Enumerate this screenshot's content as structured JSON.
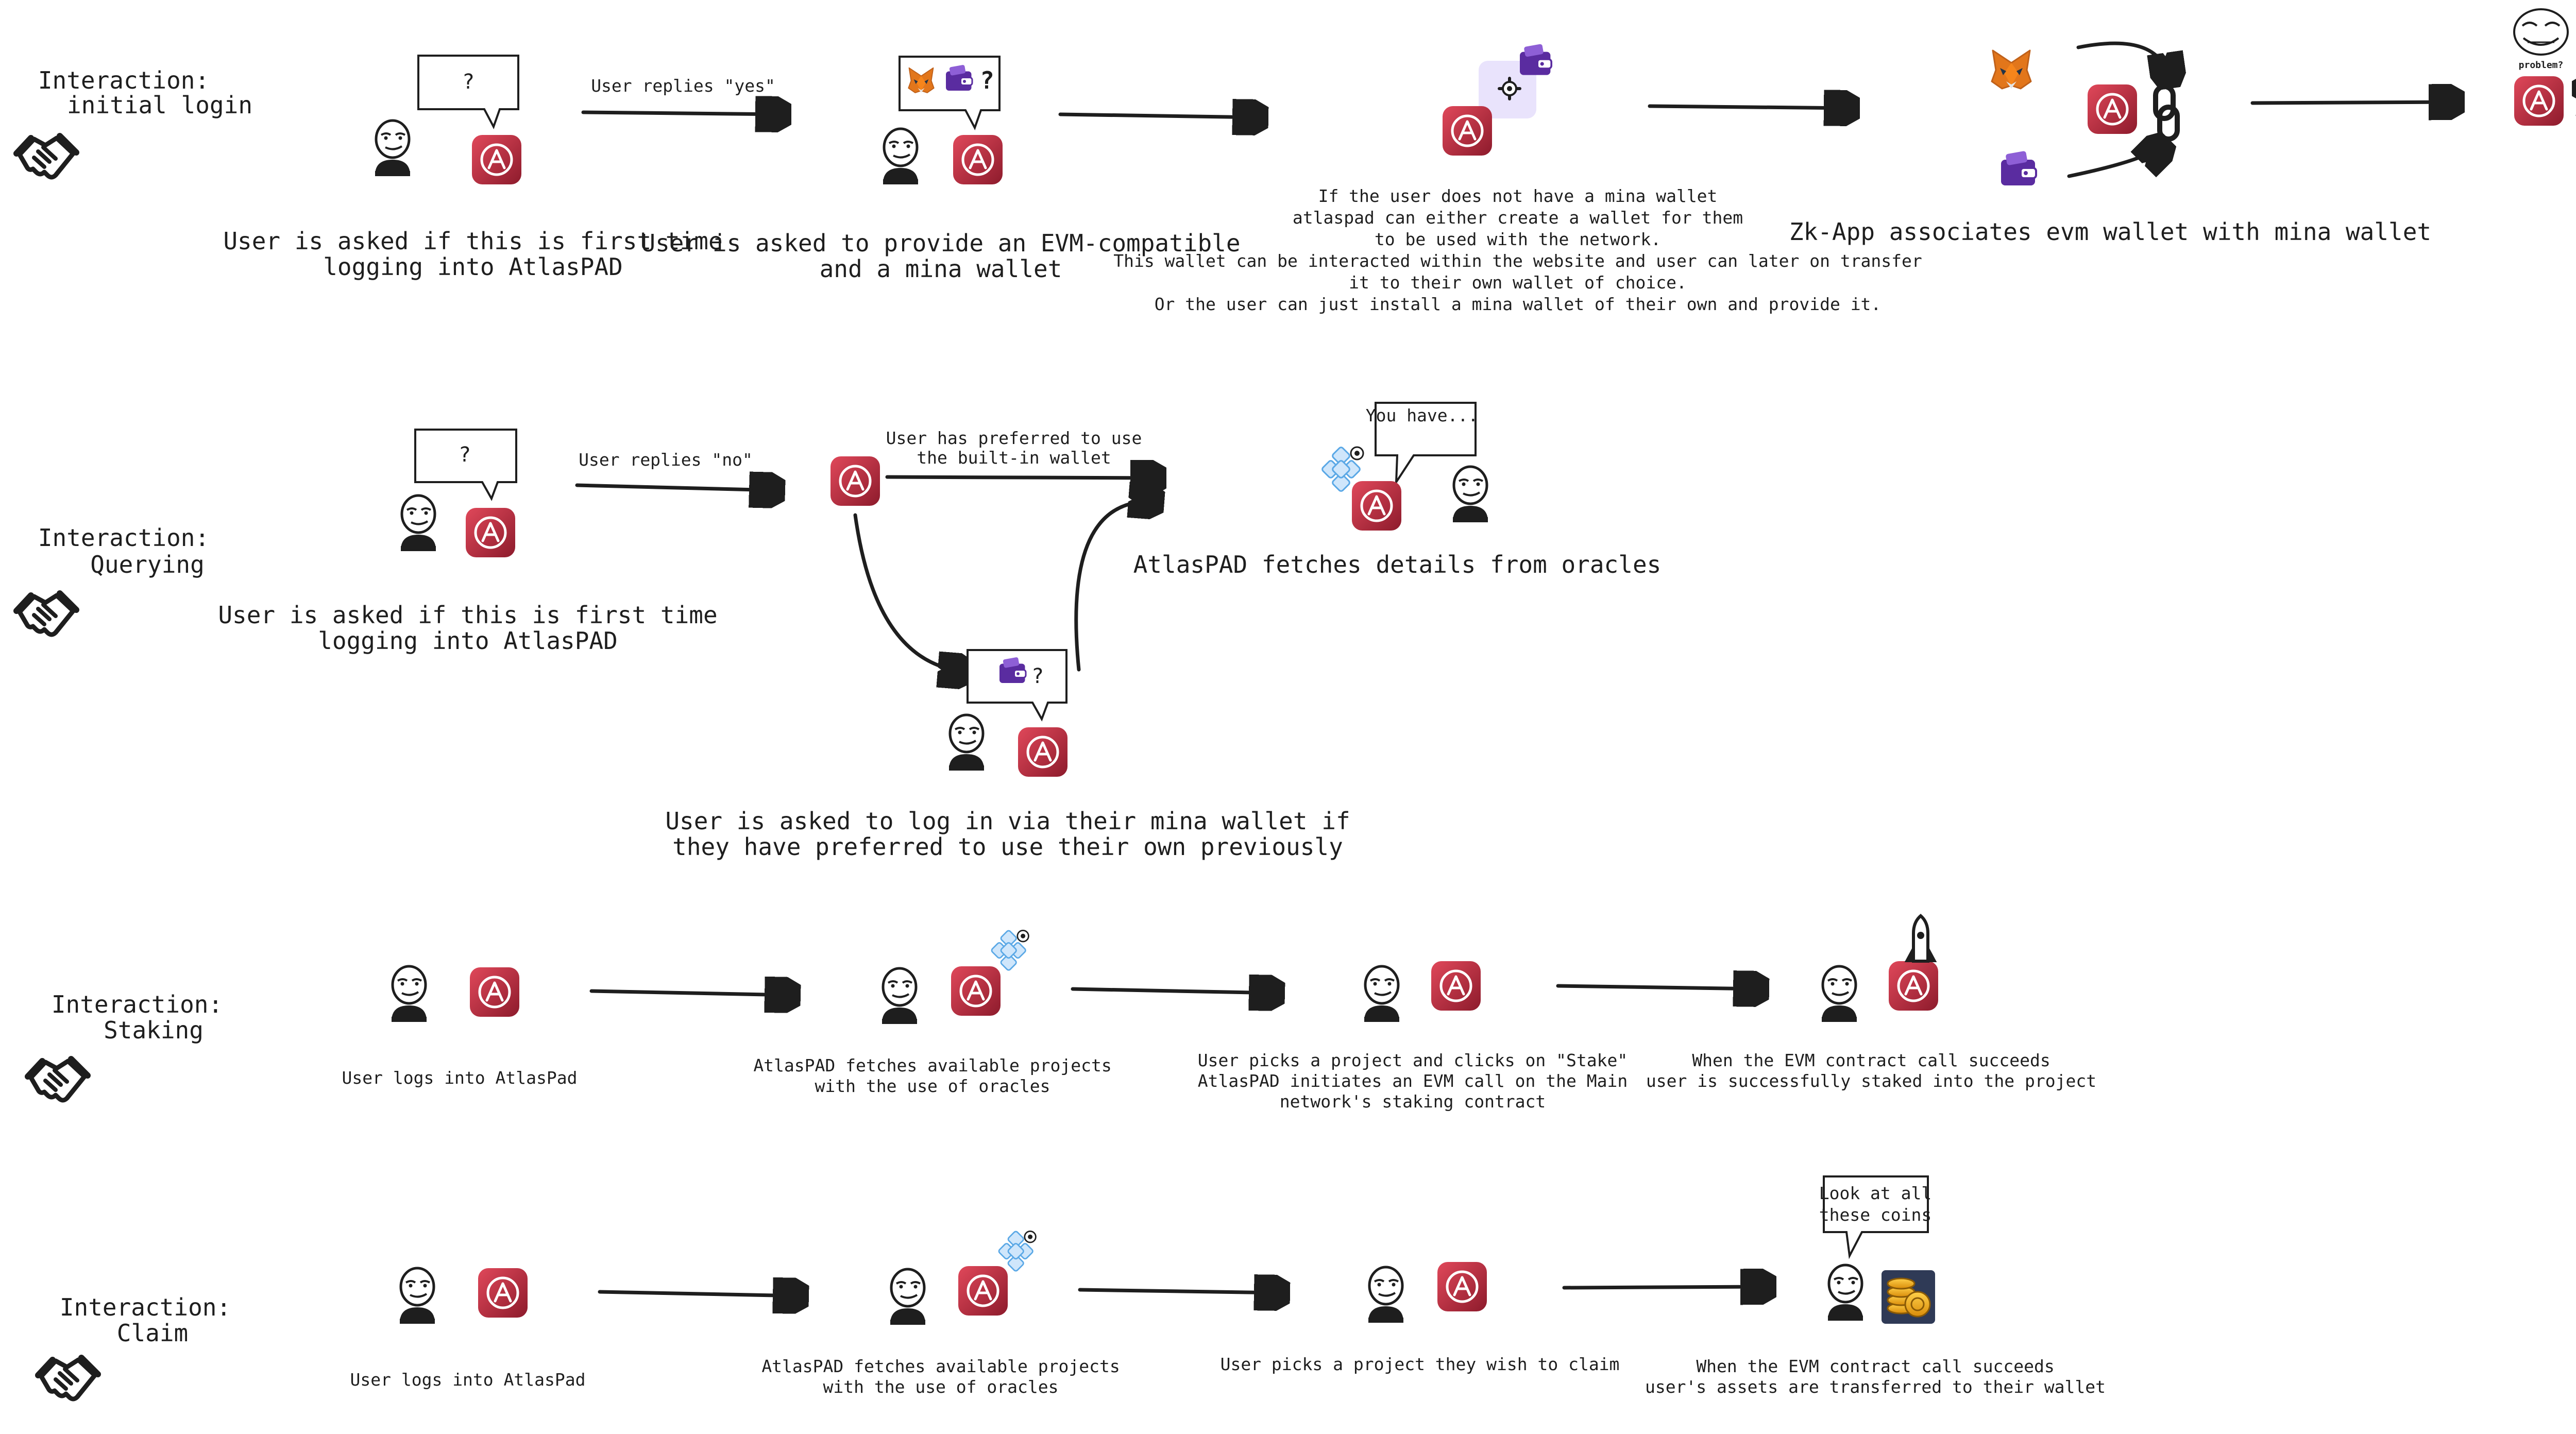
{
  "rows": {
    "initial_login": {
      "title_line1": "Interaction:",
      "title_line2": "initial login",
      "bubble1": "?",
      "arrow1": "User replies \"yes\"",
      "bubble2_mark": "?",
      "caption1": [
        "User is asked if this is first time",
        "logging into AtlasPAD"
      ],
      "caption2": [
        "User is asked to provide an EVM-compatible",
        "and a mina wallet"
      ],
      "caption3": [
        "If the user does not have a mina wallet",
        "atlaspad can either create a wallet for them",
        "to be used with the network.",
        "This wallet can be interacted within the website and user can later on transfer",
        "it to their own wallet of choice.",
        "Or the user can just install a mina wallet of their own and provide it."
      ],
      "caption4": "Zk-App associates evm wallet with mina wallet",
      "meme_text": "problem?"
    },
    "querying": {
      "title_line1": "Interaction:",
      "title_line2": "Querying",
      "bubble1": "?",
      "arrow1": "User replies \"no\"",
      "arrow2": [
        "User has preferred to use",
        "the built-in wallet"
      ],
      "bubble_wallet_mark": "?",
      "bubble_oracle": "You have...",
      "caption1": [
        "User is asked if this is first time",
        "logging into AtlasPAD"
      ],
      "caption2": [
        "User is asked to log in via their mina wallet if",
        "they have preferred to use their own previously"
      ],
      "caption3": "AtlasPAD fetches details from oracles"
    },
    "staking": {
      "title_line1": "Interaction:",
      "title_line2": "Staking",
      "caption1": "User logs into AtlasPad",
      "caption2": [
        "AtlasPAD fetches available projects",
        "with the use of oracles"
      ],
      "caption3": [
        "User picks a project and clicks on \"Stake\"",
        "AtlasPAD initiates an EVM call on the Main",
        "network's staking contract"
      ],
      "caption4": [
        "When the EVM contract call succeeds",
        "user is successfully staked into the project"
      ]
    },
    "claim": {
      "title_line1": "Interaction:",
      "title_line2": "Claim",
      "caption1": "User logs into AtlasPad",
      "caption2": [
        "AtlasPAD fetches available projects",
        "with the use of oracles"
      ],
      "caption3": "User picks a project they wish to claim",
      "caption4": [
        "When the EVM contract call succeeds",
        "user's assets are transferred to their wallet"
      ],
      "bubble_coins": [
        "Look at all",
        "these coins"
      ]
    }
  },
  "icons": {
    "handshake": "handshake-icon",
    "atlaspad": "atlaspad-logo-icon",
    "user": "user-face-icon",
    "metamask": "metamask-fox-icon",
    "mina_wallet": "wallet-icon",
    "oracle": "oracle-network-icon",
    "link": "chain-link-icon",
    "rocket": "rocket-icon",
    "coins": "coins-icon",
    "troll": "troll-face-icon"
  },
  "colors": {
    "atlaspad_red": "#c4263d",
    "atlaspad_red_dark": "#8d1b2c",
    "wallet_purple": "#5a2ca0",
    "metamask_orange": "#e2761b",
    "oracle_blue": "#5aa8e6",
    "coin_gold": "#f2b01e",
    "ink": "#1e1e1e"
  }
}
